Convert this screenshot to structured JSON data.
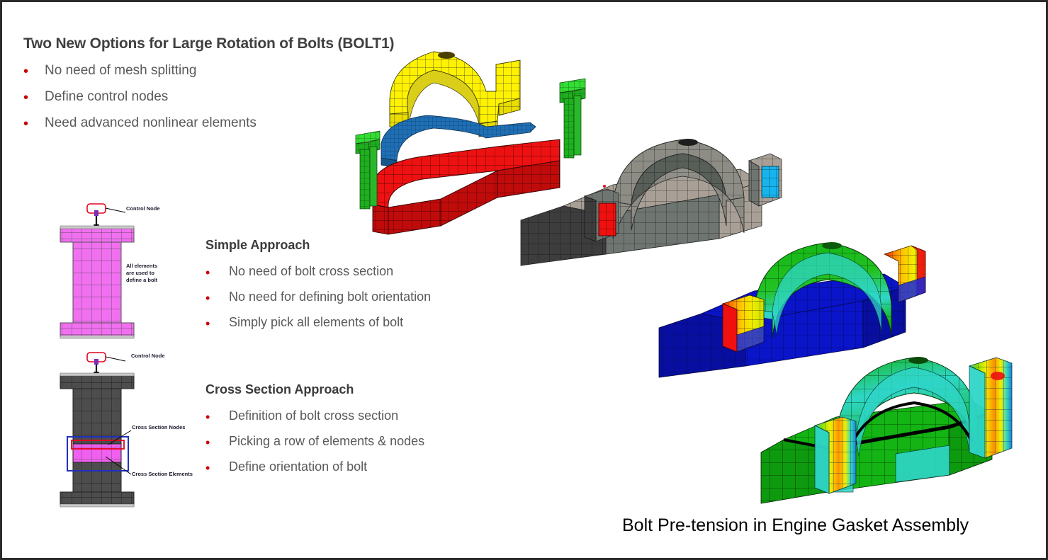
{
  "slide": {
    "title": "Two New Options for Large Rotation of Bolts (BOLT1)",
    "caption": "Bolt Pre-tension in Engine Gasket Assembly",
    "bullets": [
      "No need of mesh splitting",
      "Define control nodes",
      "Need advanced nonlinear elements"
    ],
    "bullet_char": "•"
  },
  "simple_approach": {
    "heading": "Simple Approach",
    "bullets": [
      "No need of bolt cross section",
      "No need for defining bolt orientation",
      "Simply pick all elements of bolt"
    ]
  },
  "cross_section_approach": {
    "heading": "Cross Section Approach",
    "bullets": [
      "Definition of bolt cross section",
      "Picking a row of elements & nodes",
      "Define orientation of bolt"
    ]
  },
  "simple_figure": {
    "control_node_label": "Control Node",
    "elements_label": "All elements\nare used to\ndefine a bolt"
  },
  "cross_figure": {
    "control_node_label": "Control Node",
    "cross_section_nodes_label": "Cross Section Nodes",
    "cross_section_elements_label": "Cross Section Elements"
  },
  "colors": {
    "title_text": "#404040",
    "body_text": "#595959",
    "bullet_red": "#CC0000",
    "magenta_bolt": "#F070F0",
    "gray_bolt": "#4d4d4d",
    "annotation_red": "#E8001F",
    "annotation_blue": "#2030C0",
    "fea_yellow": "#FFF200",
    "fea_blue": "#1F6FB5",
    "fea_red": "#EE1111",
    "fea_green": "#33DD33",
    "fea_gray_light": "#a8a096",
    "fea_gray_mid": "#6f7570",
    "fea_gray_dark": "#3d3d3d",
    "contour_blue": "#0A14C8",
    "contour_green": "#13B413",
    "contour_cyan": "#2FD6C8",
    "contour_yellow": "#F0F000",
    "contour_orange": "#FF8C00",
    "contour_red": "#F01010"
  },
  "figures": {
    "exploded_assembly": {
      "name": "exploded-engine-gasket-assembly",
      "parts": [
        "cylinder-head-yellow",
        "gasket-blue",
        "engine-block-red",
        "bolt-green-left",
        "bolt-green-right"
      ]
    },
    "assembled_gray": {
      "name": "assembled-gray-mesh-model",
      "highlights": [
        "bolt-cross-section-red",
        "bolt-cross-section-cyan"
      ]
    },
    "stress_plot_1": {
      "name": "stress-contour-bolt-preload",
      "bands": [
        "blue",
        "green",
        "cyan",
        "yellow",
        "orange",
        "red"
      ]
    },
    "stress_plot_2": {
      "name": "stress-contour-gasket-seating",
      "bands": [
        "green",
        "cyan",
        "yellow",
        "orange",
        "red"
      ]
    }
  }
}
